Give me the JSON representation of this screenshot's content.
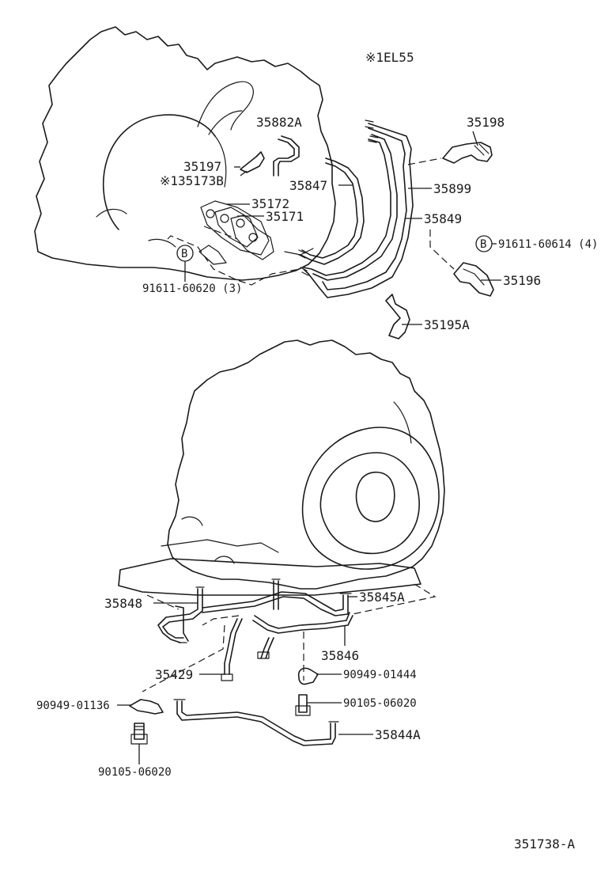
{
  "header": {
    "note": "※1EL55"
  },
  "footer": {
    "diagram_id": "351738-A"
  },
  "marks": {
    "b": "B"
  },
  "labels": {
    "p35882A": "35882A",
    "p35198": "35198",
    "p35197": "35197",
    "p135173B": "※135173B",
    "p35847": "35847",
    "p35899": "35899",
    "p35172": "35172",
    "p35171": "35171",
    "p35849": "35849",
    "p91611_60614": "91611-60614 (4)",
    "p35196": "35196",
    "p91611_60620": "91611-60620 (3)",
    "p35195A": "35195A",
    "p35848": "35848",
    "p35845A": "35845A",
    "p35846": "35846",
    "p35429": "35429",
    "p90949_01444": "90949-01444",
    "p90949_01136": "90949-01136",
    "p90105_06020_r": "90105-06020",
    "p35844A": "35844A",
    "p90105_06020_l": "90105-06020"
  }
}
